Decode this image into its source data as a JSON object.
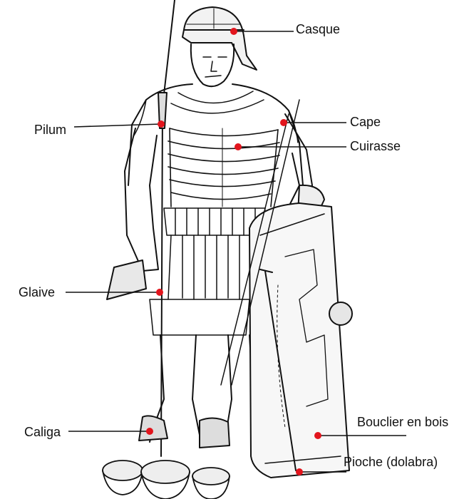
{
  "colors": {
    "ink": "#111111",
    "marker": "#e2151d",
    "paper": "#ffffff"
  },
  "labels": {
    "casque": "Casque",
    "cape": "Cape",
    "cuirasse": "Cuirasse",
    "pilum": "Pilum",
    "glaive": "Glaive",
    "caliga": "Caliga",
    "bouclier": "Bouclier en bois",
    "pioche": "Pioche (dolabra)"
  },
  "figure": {
    "subject": "soldier-engraving"
  }
}
